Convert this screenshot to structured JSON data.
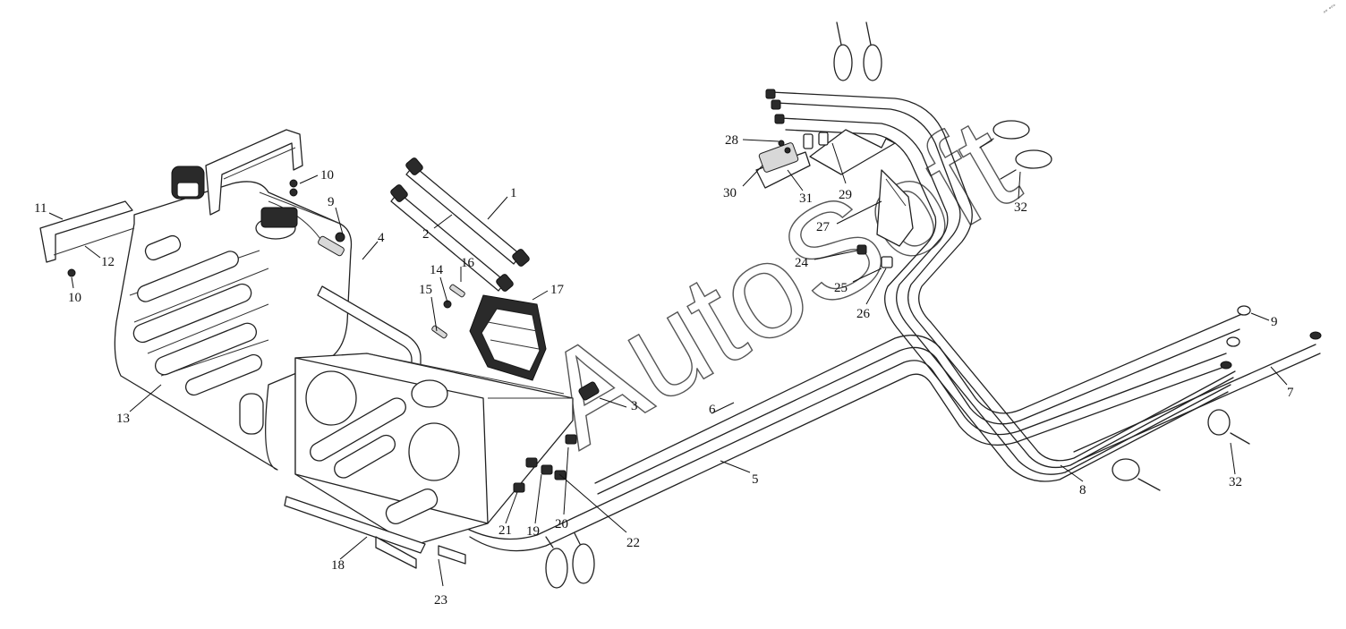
{
  "watermark": {
    "text": "AutoSoft"
  },
  "corner_mark": "°° °°°",
  "callouts": [
    {
      "id": "c1",
      "label": "1"
    },
    {
      "id": "c2",
      "label": "2"
    },
    {
      "id": "c3",
      "label": "3"
    },
    {
      "id": "c4",
      "label": "4"
    },
    {
      "id": "c5",
      "label": "5"
    },
    {
      "id": "c6",
      "label": "6"
    },
    {
      "id": "c7",
      "label": "7"
    },
    {
      "id": "c8",
      "label": "8"
    },
    {
      "id": "c9a",
      "label": "9"
    },
    {
      "id": "c9b",
      "label": "9"
    },
    {
      "id": "c10a",
      "label": "10"
    },
    {
      "id": "c10b",
      "label": "10"
    },
    {
      "id": "c11",
      "label": "11"
    },
    {
      "id": "c12",
      "label": "12"
    },
    {
      "id": "c13",
      "label": "13"
    },
    {
      "id": "c14",
      "label": "14"
    },
    {
      "id": "c15",
      "label": "15"
    },
    {
      "id": "c16",
      "label": "16"
    },
    {
      "id": "c17",
      "label": "17"
    },
    {
      "id": "c18",
      "label": "18"
    },
    {
      "id": "c19",
      "label": "19"
    },
    {
      "id": "c20",
      "label": "20"
    },
    {
      "id": "c21",
      "label": "21"
    },
    {
      "id": "c22",
      "label": "22"
    },
    {
      "id": "c23",
      "label": "23"
    },
    {
      "id": "c24",
      "label": "24"
    },
    {
      "id": "c25",
      "label": "25"
    },
    {
      "id": "c26",
      "label": "26"
    },
    {
      "id": "c27",
      "label": "27"
    },
    {
      "id": "c28",
      "label": "28"
    },
    {
      "id": "c29",
      "label": "29"
    },
    {
      "id": "c30",
      "label": "30"
    },
    {
      "id": "c31",
      "label": "31"
    },
    {
      "id": "c32a",
      "label": "32"
    },
    {
      "id": "c32b",
      "label": "32"
    }
  ]
}
